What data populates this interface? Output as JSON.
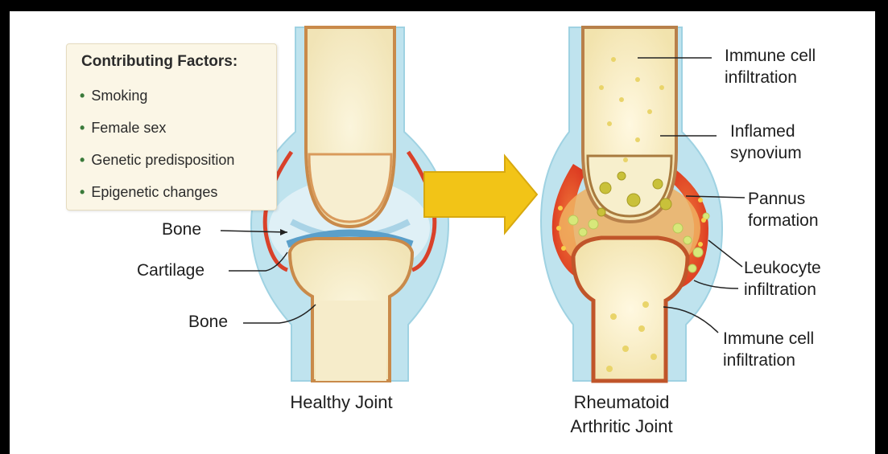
{
  "factors": {
    "title": "Contributing Factors:",
    "items": [
      "Smoking",
      "Female sex",
      "Genetic predisposition",
      "Epigenetic changes"
    ]
  },
  "healthy": {
    "labels": {
      "bone_top": "Bone",
      "cartilage": "Cartilage",
      "bone_bottom": "Bone"
    },
    "caption": "Healthy Joint"
  },
  "arthritic": {
    "labels": {
      "immune_top_1": "Immune cell",
      "immune_top_2": "infiltration",
      "synovium_1": "Inflamed",
      "synovium_2": "synovium",
      "pannus_1": "Pannus",
      "pannus_2": "formation",
      "leukocyte_1": "Leukocyte",
      "leukocyte_2": "infiltration",
      "immune_bottom_1": "Immune cell",
      "immune_bottom_2": "infiltration"
    },
    "caption_1": "Rheumatoid",
    "caption_2": "Arthritic Joint"
  },
  "colors": {
    "capsule": "#b8e1ec",
    "bone_shaft": "#f4ebc7",
    "bone_outline": "#d99a5b",
    "synovium_healthy": "#d9412a",
    "synovium_inflamed": "#e0462a",
    "cartilage": "#8fc7e0",
    "arrow": "#f2c417"
  }
}
